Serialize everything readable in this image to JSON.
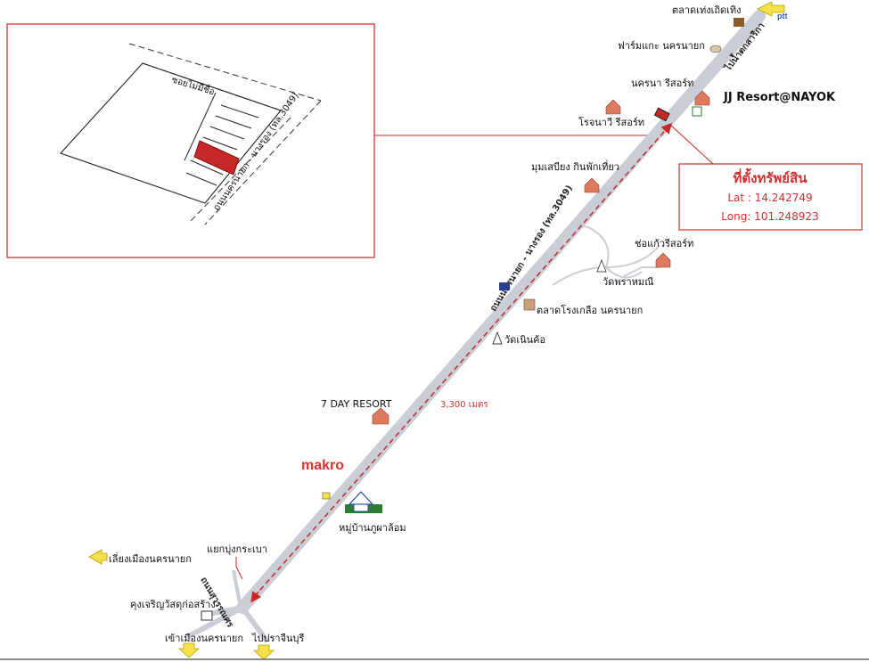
{
  "property_label": "JJ Resort@NAYOK",
  "location_box": {
    "title": "ที่ตั้งทรัพย์สิน",
    "lat": "Lat : 14.242749",
    "long": "Long: 101.248923"
  },
  "distance": "3,300 เมตร",
  "roads": {
    "main_upper": "ถนนนครนายก - นางรอง (ทล.3049)",
    "main_lower": "ถนนสุวรรณศร",
    "top_direction": "ไปน้ำตกสาริกา"
  },
  "inset": {
    "soi": "ซอยไม่มีชื่อ",
    "road": "ถนนนครนายก - นางรอง (ทล.3049)"
  },
  "landmarks": {
    "talad_teng": "ตลาดเท่งเถิดเทิง",
    "farm_kae": "ฟาร์มแกะ นครนายก",
    "nakhonna_resort": "นครนา รีสอร์ท",
    "rojanawee_resort": "โรจนาวี รีสอร์ท",
    "mum_sabiang": "มุมเสบียง กินพักเที่ยว",
    "chokaew_resort": "ช่อแก้วรีสอร์ท",
    "wat_phrahommanee": "วัดพราหมณี",
    "talad_rongkluea": "ตลาดโรงเกลือ นครนายก",
    "wat_nern_kor": "วัดเนินค้อ",
    "seven_day_resort": "7 DAY RESORT",
    "makro": "makro",
    "moo_baan": "หมู่บ้านภูผาล้อม",
    "yaek": "แยกบุ่งกระเบา",
    "kungcharoen": "คุงเจริญวัสดุก่อสร้าง",
    "bypass": "เลี่ยงเมืองนครนายก",
    "to_city": "เข้าเมืองนครนายก",
    "to_prachinburi": "ไปปราจีนบุรี",
    "ptt": "ptt"
  },
  "colors": {
    "road": "#c9ced6",
    "route": "#c62828",
    "location_border": "#d32f2f",
    "arrow": "#f5e04a"
  }
}
